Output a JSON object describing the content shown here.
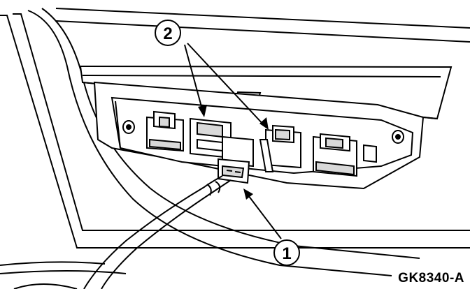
{
  "callouts": [
    {
      "number": "1"
    },
    {
      "number": "2"
    }
  ],
  "figure_id": "GK8340-A",
  "colors": {
    "ink": "#000000",
    "paper": "#ffffff",
    "shade": "#d9d9d9"
  }
}
